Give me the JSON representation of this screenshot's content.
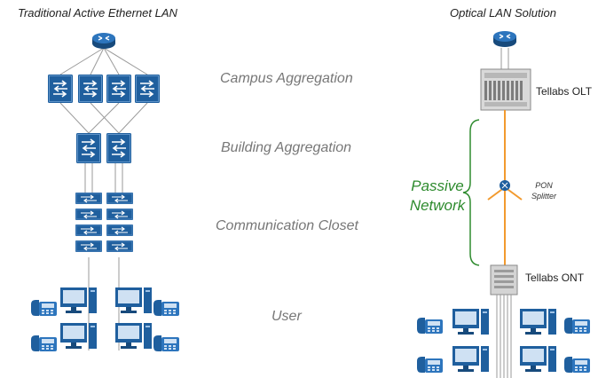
{
  "titles": {
    "left": "Traditional Active Ethernet LAN",
    "right": "Optical LAN Solution"
  },
  "tiers": {
    "campus": "Campus Aggregation",
    "building": "Building Aggregation",
    "closet": "Communication Closet",
    "user": "User"
  },
  "labels": {
    "olt": "Tellabs OLT",
    "ont": "Tellabs ONT",
    "passive_line1": "Passive",
    "passive_line2": "Network",
    "pon_line1": "PON",
    "pon_line2": "Splitter"
  },
  "colors": {
    "device_blue": "#1f5f9e",
    "fiber_orange": "#f29a2e",
    "passive_green": "#2e8b2e",
    "cable_gray": "#9a9a9a"
  }
}
